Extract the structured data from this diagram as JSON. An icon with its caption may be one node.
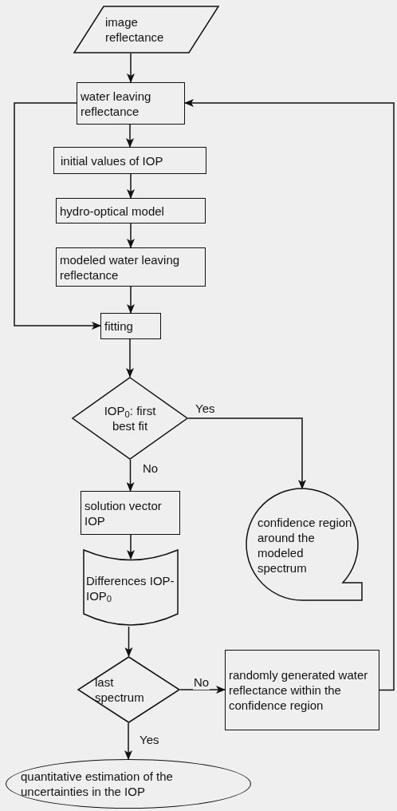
{
  "diagram": {
    "nodes": [
      {
        "text": [
          "image reflectance"
        ]
      },
      {
        "text": [
          "water leaving reflectance"
        ]
      },
      {
        "text": [
          "initial values of IOP"
        ]
      },
      {
        "text": [
          "hydro-optical model"
        ]
      },
      {
        "text": [
          "modeled water leaving reflectance"
        ]
      },
      {
        "text": [
          "fitting"
        ]
      },
      {
        "text": [
          "IOP$_{0}$: first best fit"
        ]
      },
      {
        "text": [
          "solution vector IOP"
        ]
      },
      {
        "text": [
          "Differences IOP-IOP$_{0}$"
        ]
      },
      {
        "text": [
          "confidence region around the modeled spectrum"
        ]
      },
      {
        "text": [
          "last spectrum"
        ]
      },
      {
        "text": [
          "randomly generated water reflectance within the confidence region"
        ]
      },
      {
        "text": [
          "quantitative estimation of the uncertainties in the IOP"
        ]
      }
    ],
    "edges": [
      {
        "from": 0,
        "to": 1,
        "arrow": "to"
      },
      {
        "from": 1,
        "to": 2,
        "arrow": "to"
      },
      {
        "from": 2,
        "to": 3,
        "arrow": "to"
      },
      {
        "from": 3,
        "to": 4,
        "arrow": "to"
      },
      {
        "from": 4,
        "to": 5,
        "arrow": "to"
      },
      {
        "from": 1,
        "to": 5,
        "arrow": "to"
      },
      {
        "from": 5,
        "to": 6,
        "arrow": "to"
      },
      {
        "from": 6,
        "to": 9,
        "label": "Yes",
        "arrow": "to"
      },
      {
        "from": 6,
        "to": 7,
        "label": "No",
        "arrow": "to"
      },
      {
        "from": 7,
        "to": 8,
        "arrow": "to"
      },
      {
        "from": 8,
        "to": 10,
        "arrow": "to"
      },
      {
        "from": 10,
        "to": 11,
        "label": "No",
        "arrow": "to"
      },
      {
        "from": 10,
        "to": 12,
        "label": "Yes",
        "arrow": "to"
      },
      {
        "from": 11,
        "to": 1,
        "arrow": "to"
      }
    ]
  }
}
